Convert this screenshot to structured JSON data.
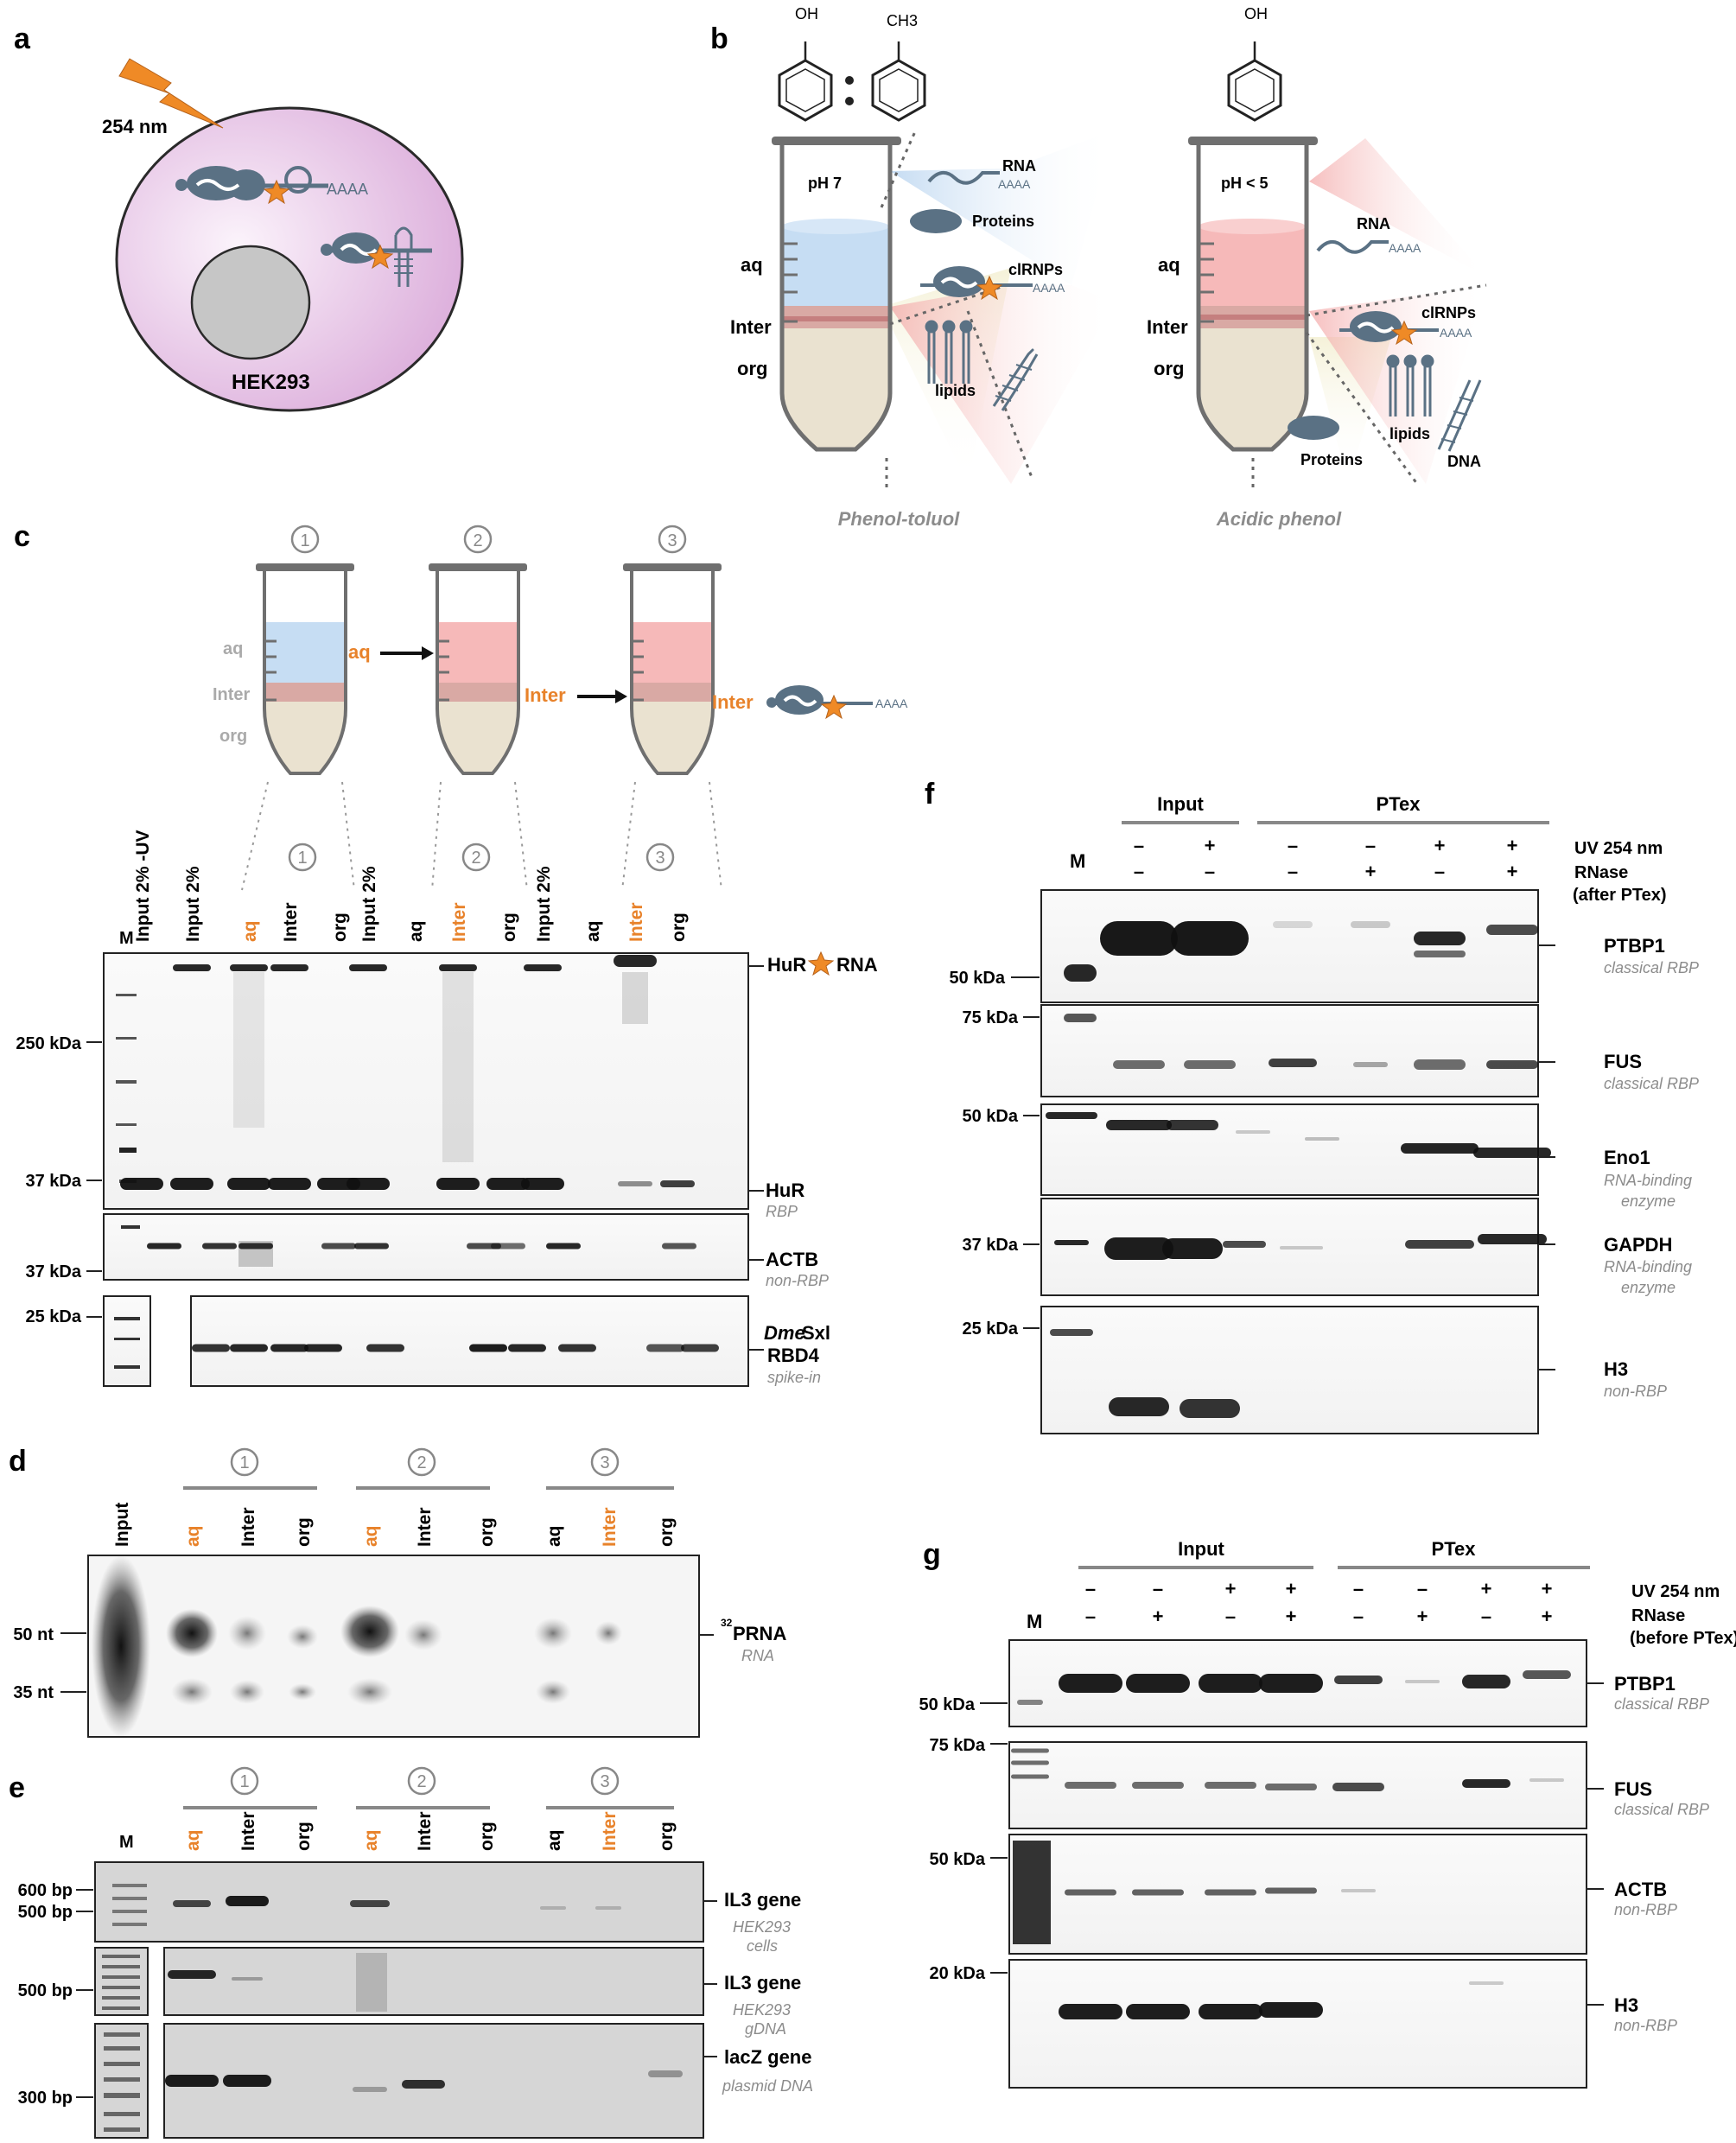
{
  "panels": {
    "a": {
      "letter": "a",
      "wavelength": "254 nm",
      "poly_a": "AAAA",
      "cell_line": "HEK293"
    },
    "b": {
      "letter": "b",
      "oh_left": "OH",
      "ch3": "CH3",
      "oh_right": "OH",
      "left_tube": {
        "ph": "pH 7",
        "aq": "aq",
        "inter": "Inter",
        "org": "org",
        "rna": "RNA",
        "poly_a": "AAAA",
        "proteins": "Proteins",
        "clrnps": "clRNPs",
        "lipids": "lipids",
        "caption": "Phenol-toluol"
      },
      "right_tube": {
        "ph": "pH < 5",
        "aq": "aq",
        "inter": "Inter",
        "org": "org",
        "rna": "RNA",
        "poly_a": "AAAA",
        "clrnps": "clRNPs",
        "lipids": "lipids",
        "dna": "DNA",
        "proteins": "Proteins",
        "caption": "Acidic phenol"
      }
    },
    "c": {
      "letter": "c",
      "steps": [
        "1",
        "2",
        "3"
      ],
      "tube1": {
        "aq": "aq",
        "inter": "Inter",
        "org": "org"
      },
      "arrow1": "aq",
      "arrow2": "Inter",
      "final": "Inter",
      "poly_a": "AAAA",
      "marker_lane": "M",
      "lanes": [
        "Input 2% -UV",
        "Input 2%",
        "aq",
        "Inter",
        "org",
        "Input 2%",
        "aq",
        "Inter",
        "org",
        "Input 2%",
        "aq",
        "Inter",
        "org"
      ],
      "group_numbers": [
        "1",
        "2",
        "3"
      ],
      "kda": [
        "250 kDa",
        "37 kDa",
        "37 kDa",
        "25 kDa"
      ],
      "labels": {
        "hur_rna": "HuR",
        "rna": "RNA",
        "hur": "HuR",
        "hur_sub": "RBP",
        "actb": "ACTB",
        "actb_sub": "non-RBP",
        "dme": "Dme",
        "sxl": "Sxl",
        "rbd4": "RBD4",
        "dme_sub": "spike-in"
      }
    },
    "d": {
      "letter": "d",
      "group_numbers": [
        "1",
        "2",
        "3"
      ],
      "lanes": [
        "Input",
        "aq",
        "Inter",
        "org",
        "aq",
        "Inter",
        "org",
        "aq",
        "Inter",
        "org"
      ],
      "sizes": [
        "50 nt",
        "35 nt"
      ],
      "label_sup": "32",
      "label": "PRNA",
      "label_sub": "RNA"
    },
    "e": {
      "letter": "e",
      "group_numbers": [
        "1",
        "2",
        "3"
      ],
      "marker_lane": "M",
      "lanes": [
        "aq",
        "Inter",
        "org",
        "aq",
        "Inter",
        "org",
        "aq",
        "Inter",
        "org"
      ],
      "sizes": [
        "600 bp",
        "500 bp",
        "500 bp",
        "300 bp"
      ],
      "rows": [
        {
          "label": "IL3 gene",
          "sub1": "HEK293",
          "sub2": "cells"
        },
        {
          "label": "IL3 gene",
          "sub1": "HEK293",
          "sub2": "gDNA"
        },
        {
          "label": "lacZ gene",
          "sub1": "plasmid DNA",
          "sub2": ""
        }
      ]
    },
    "f": {
      "letter": "f",
      "group_input": "Input",
      "group_ptex": "PTex",
      "marker_lane": "M",
      "uv_label": "UV 254 nm",
      "rnase_label": "RNase",
      "rnase_note": "(after PTex)",
      "uv": [
        "–",
        "+",
        "–",
        "–",
        "+",
        "+"
      ],
      "rnase": [
        "–",
        "–",
        "–",
        "+",
        "–",
        "+"
      ],
      "kda": [
        "50 kDa",
        "75 kDa",
        "50 kDa",
        "37 kDa",
        "25 kDa"
      ],
      "rows": [
        {
          "label": "PTBP1",
          "sub1": "classical RBP",
          "sub2": ""
        },
        {
          "label": "FUS",
          "sub1": "classical RBP",
          "sub2": ""
        },
        {
          "label": "Eno1",
          "sub1": "RNA-binding",
          "sub2": "enzyme"
        },
        {
          "label": "GAPDH",
          "sub1": "RNA-binding",
          "sub2": "enzyme"
        },
        {
          "label": "H3",
          "sub1": "non-RBP",
          "sub2": ""
        }
      ]
    },
    "g": {
      "letter": "g",
      "group_input": "Input",
      "group_ptex": "PTex",
      "marker_lane": "M",
      "uv_label": "UV 254 nm",
      "rnase_label": "RNase",
      "rnase_note": "(before PTex)",
      "uv": [
        "–",
        "–",
        "+",
        "+",
        "–",
        "–",
        "+",
        "+"
      ],
      "rnase": [
        "–",
        "+",
        "–",
        "+",
        "–",
        "+",
        "–",
        "+"
      ],
      "kda": [
        "50 kDa",
        "75 kDa",
        "50 kDa",
        "20 kDa"
      ],
      "rows": [
        {
          "label": "PTBP1",
          "sub1": "classical RBP"
        },
        {
          "label": "FUS",
          "sub1": "classical RBP"
        },
        {
          "label": "ACTB",
          "sub1": "non-RBP"
        },
        {
          "label": "H3",
          "sub1": "non-RBP"
        }
      ]
    }
  },
  "colors": {
    "orange": "#e8822a",
    "slate": "#5a7184",
    "gray_label": "#8c8c8c",
    "blue_phase": "#bcd6ef",
    "red_phase": "#f4b8b8",
    "org_phase": "#ece4d2",
    "cell_fill": "#e9cde8"
  }
}
